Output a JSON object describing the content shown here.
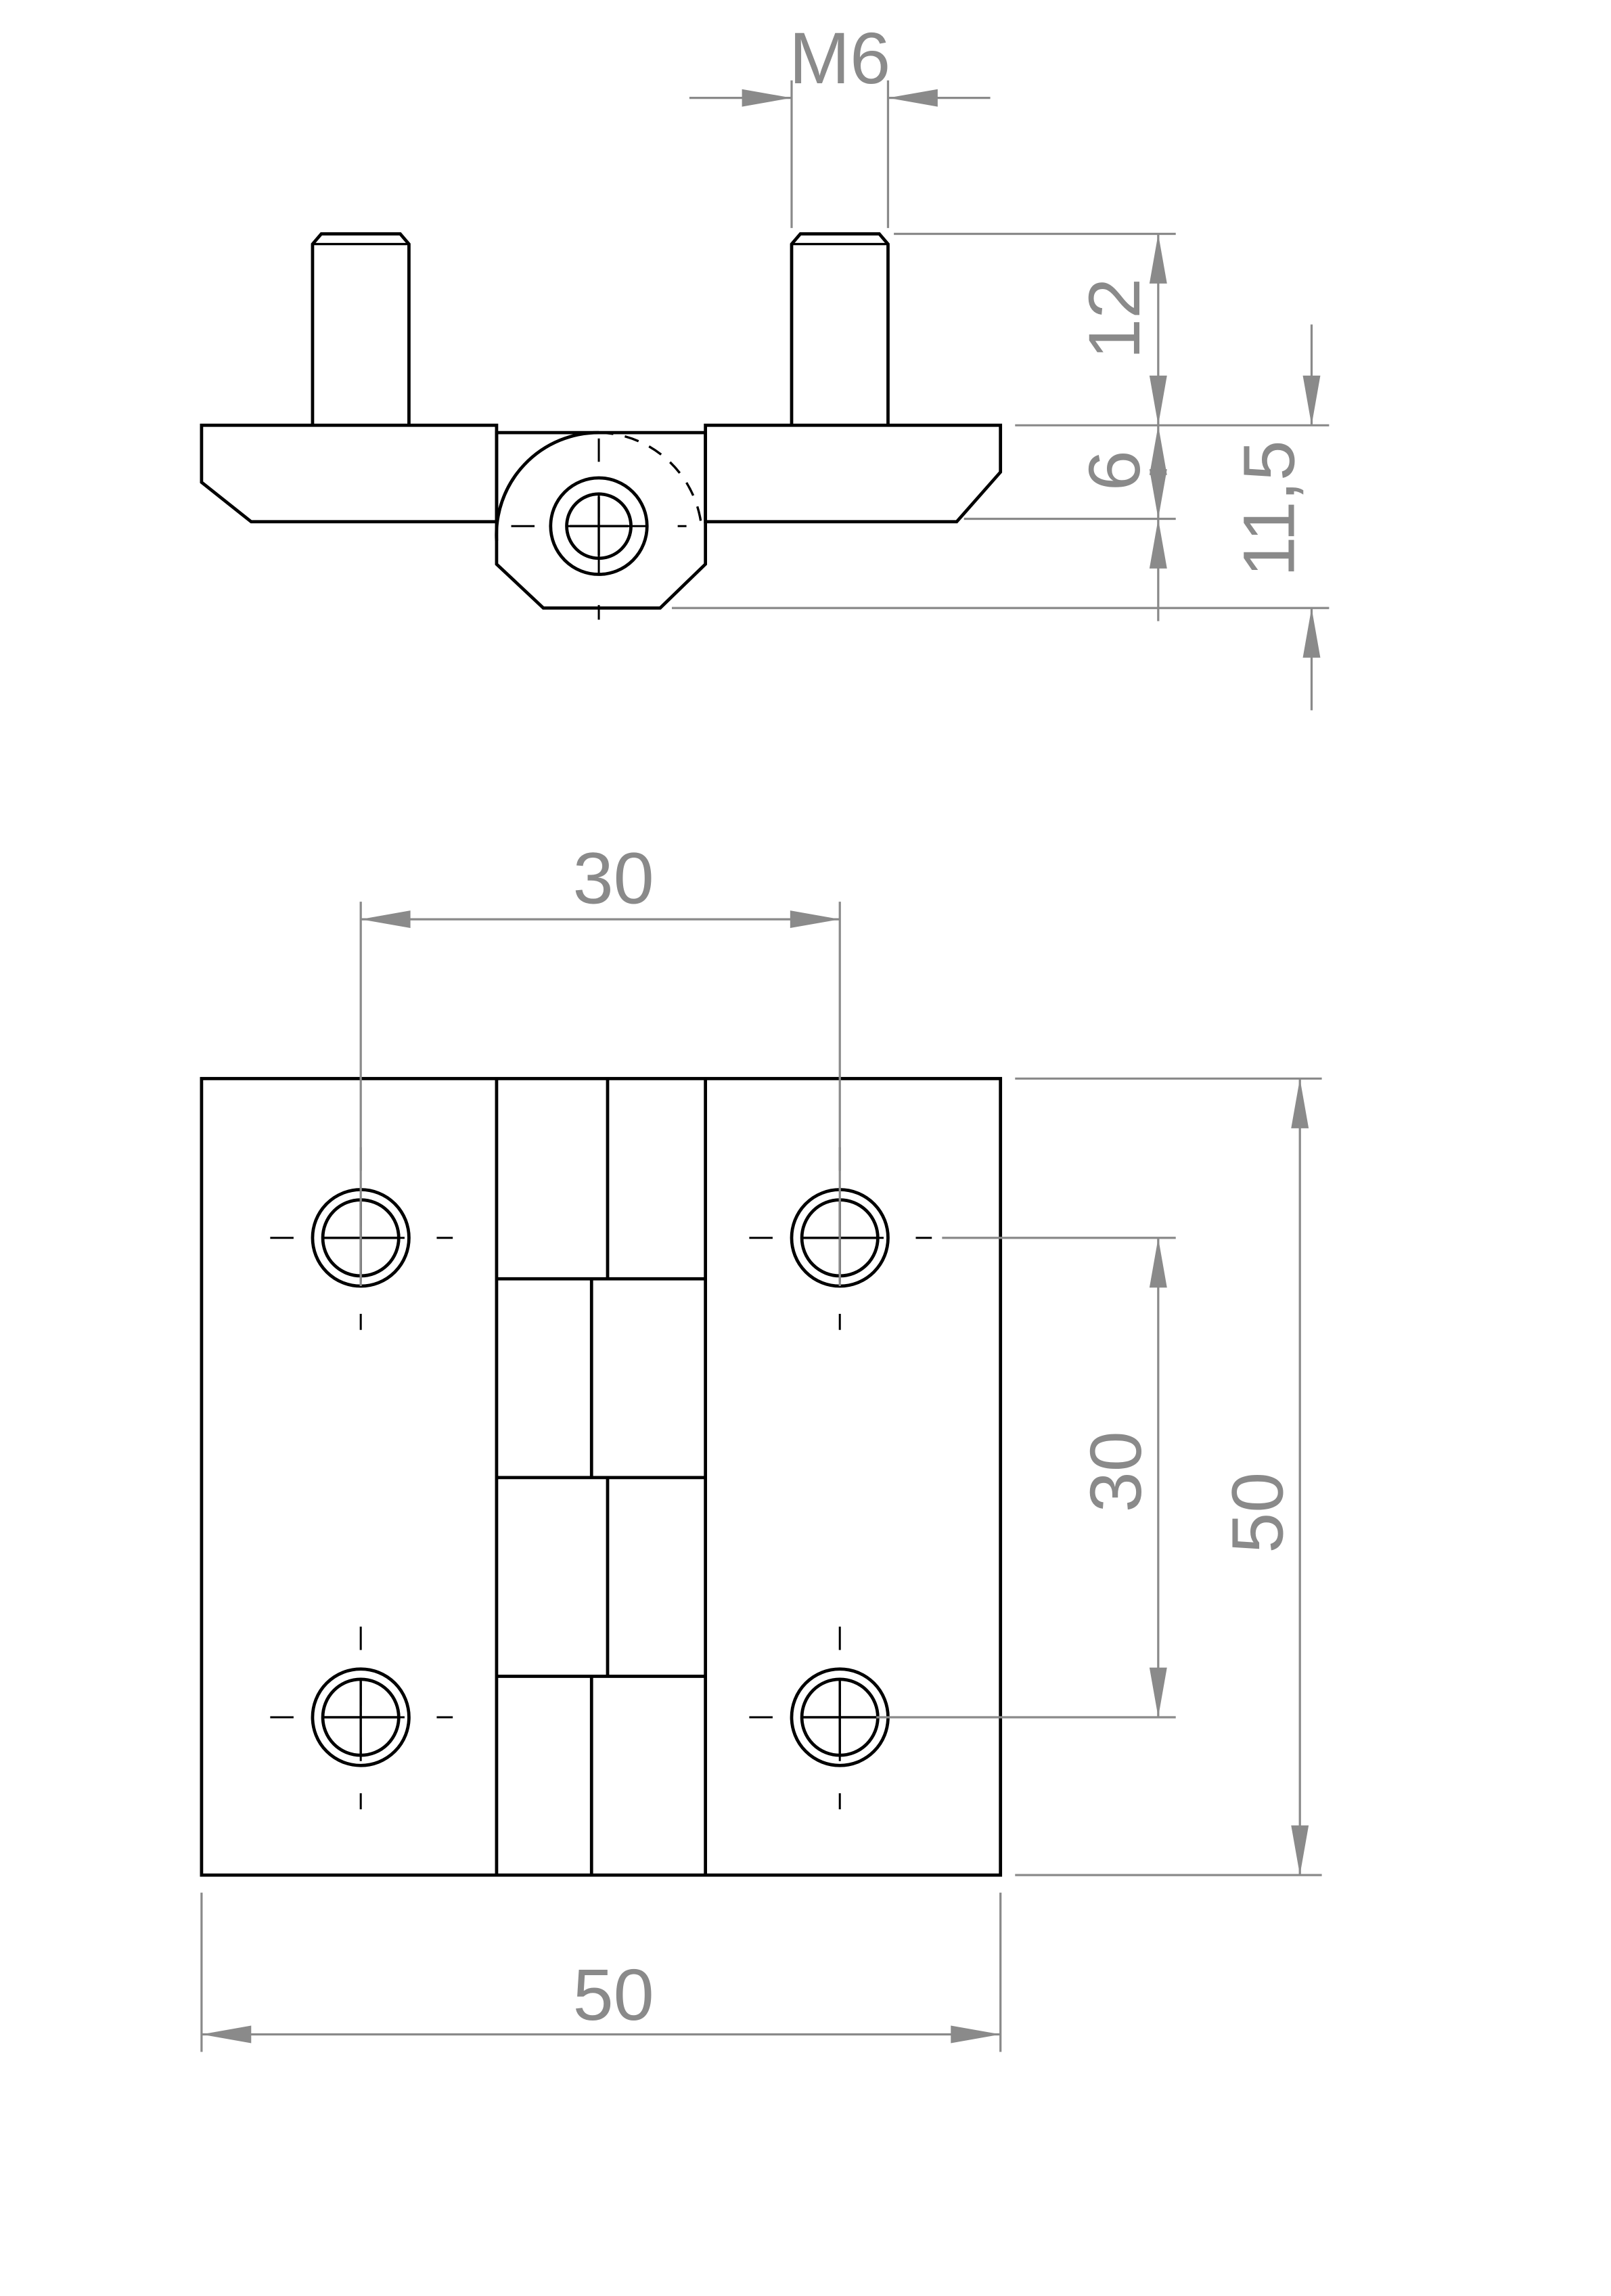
{
  "dimensions": {
    "thread": "M6",
    "bolt_length": "12",
    "leaf_thickness": "6",
    "total_height": "11,5",
    "hole_spacing_horizontal": "30",
    "hole_spacing_vertical": "30",
    "overall_height": "50",
    "overall_width": "50"
  }
}
